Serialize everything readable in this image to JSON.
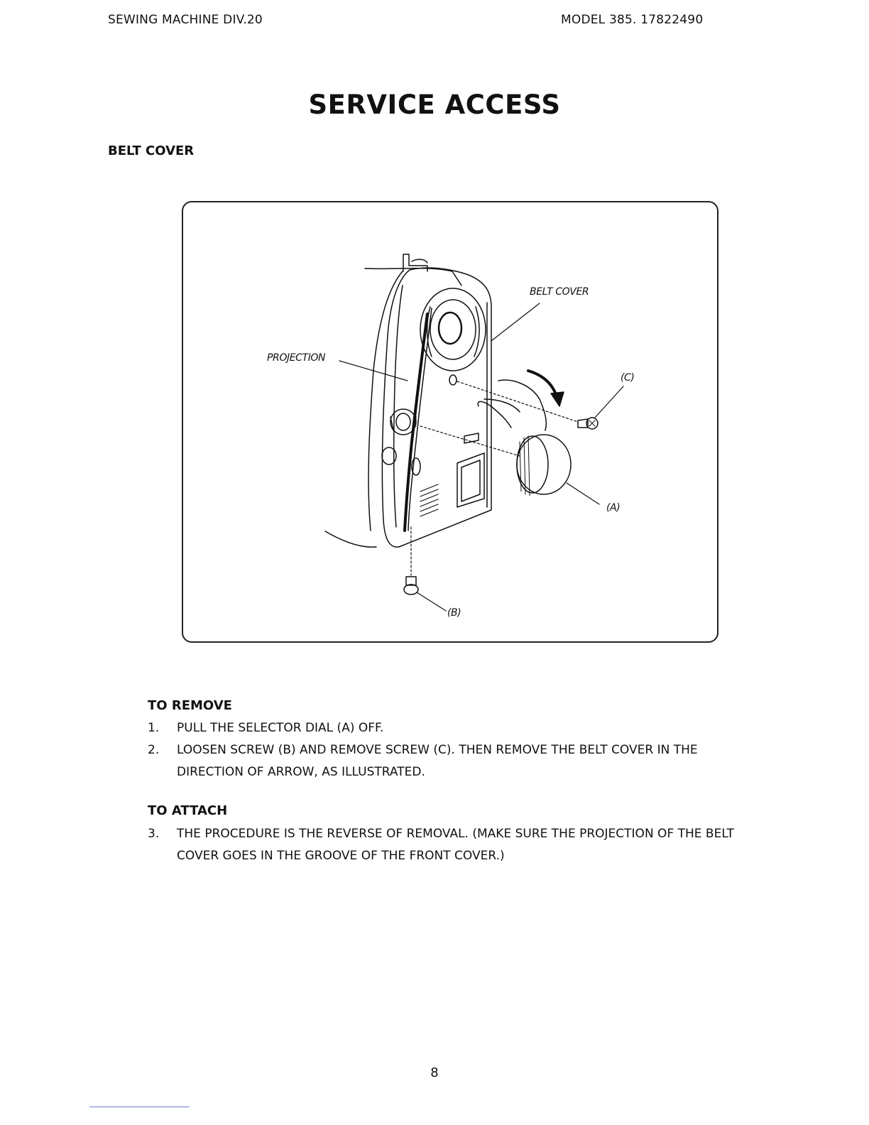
{
  "header": {
    "left": "SEWING MACHINE DIV.20",
    "right": "MODEL 385. 17822490"
  },
  "title": "SERVICE ACCESS",
  "subheading": "BELT COVER",
  "figure": {
    "labels": {
      "belt_cover": "BELT COVER",
      "projection": "PROJECTION",
      "c": "(C)",
      "a": "(A)",
      "b": "(B)"
    }
  },
  "remove": {
    "heading": "TO REMOVE",
    "steps": [
      {
        "num": "1.",
        "text": "PULL THE SELECTOR DIAL (A) OFF."
      },
      {
        "num": "2.",
        "text": "LOOSEN SCREW (B) AND REMOVE SCREW (C). THEN REMOVE THE BELT COVER IN THE DIRECTION OF ARROW, AS ILLUSTRATED."
      }
    ]
  },
  "attach": {
    "heading": "TO ATTACH",
    "steps": [
      {
        "num": "3.",
        "text": "THE PROCEDURE IS THE REVERSE OF REMOVAL. (MAKE SURE THE PROJECTION OF THE BELT COVER GOES IN THE GROOVE OF THE FRONT COVER.)"
      }
    ]
  },
  "page_number": "8"
}
